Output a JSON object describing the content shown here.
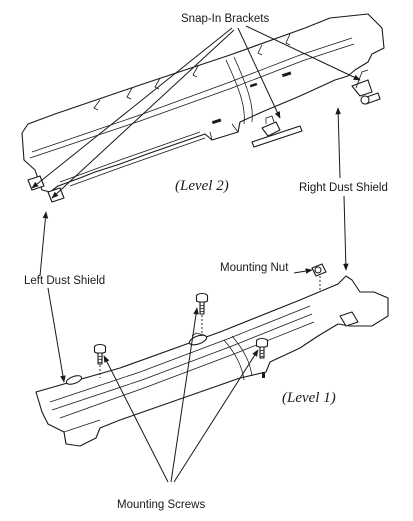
{
  "labels": {
    "snap_in_brackets": "Snap-In Brackets",
    "level_2": "(Level 2)",
    "right_dust_shield": "Right Dust Shield",
    "mounting_nut": "Mounting Nut",
    "left_dust_shield": "Left Dust Shield",
    "level_1": "(Level 1)",
    "mounting_screws": "Mounting Screws"
  },
  "colors": {
    "ink": "#1a1a1a",
    "paper": "#ffffff"
  }
}
